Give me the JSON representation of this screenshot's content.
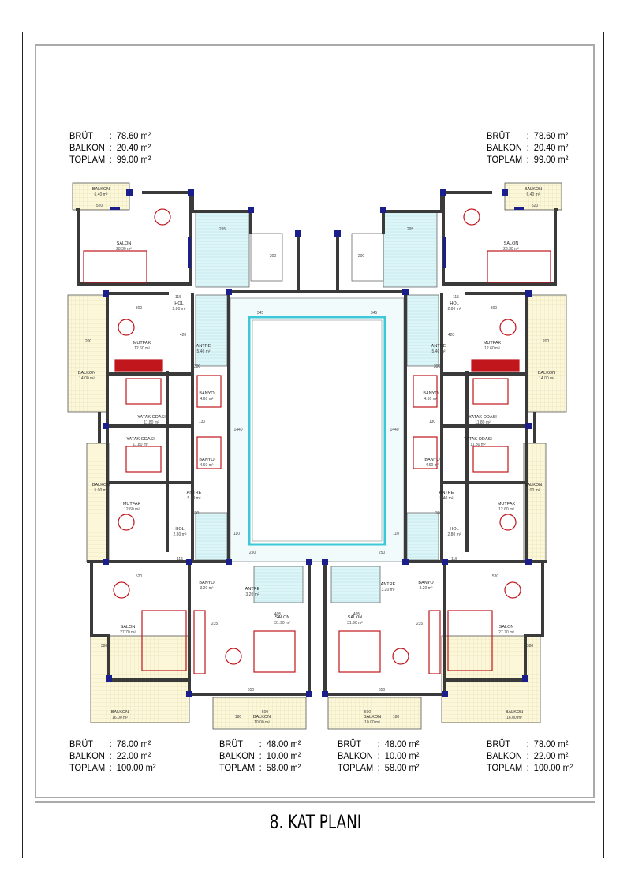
{
  "title": "8. KAT PLANI",
  "units": {
    "top_left": {
      "brut_label": "BRÜT",
      "brut": "78.60 m²",
      "balkon_label": "BALKON",
      "balkon": "20.40 m²",
      "toplam_label": "TOPLAM",
      "toplam": "99.00 m²"
    },
    "top_right": {
      "brut_label": "BRÜT",
      "brut": "78.60 m²",
      "balkon_label": "BALKON",
      "balkon": "20.40 m²",
      "toplam_label": "TOPLAM",
      "toplam": "99.00 m²"
    },
    "bottom_left": {
      "brut_label": "BRÜT",
      "brut": "78.00 m²",
      "balkon_label": "BALKON",
      "balkon": "22.00 m²",
      "toplam_label": "TOPLAM",
      "toplam": "100.00 m²"
    },
    "bottom_mid_left": {
      "brut_label": "BRÜT",
      "brut": "48.00 m²",
      "balkon_label": "BALKON",
      "balkon": "10.00 m²",
      "toplam_label": "TOPLAM",
      "toplam": "58.00 m²"
    },
    "bottom_mid_right": {
      "brut_label": "BRÜT",
      "brut": "48.00 m²",
      "balkon_label": "BALKON",
      "balkon": "10.00 m²",
      "toplam_label": "TOPLAM",
      "toplam": "58.00 m²"
    },
    "bottom_right": {
      "brut_label": "BRÜT",
      "brut": "78.00 m²",
      "balkon_label": "BALKON",
      "balkon": "22.00 m²",
      "toplam_label": "TOPLAM",
      "toplam": "100.00 m²"
    }
  },
  "rooms": {
    "balkon_640": "BALKON",
    "balkon_640_area": "6.40 m²",
    "salon_2830": "SALON",
    "salon_2830_area": "28.30 m²",
    "hol_280": "HOL",
    "hol_280_area": "2.80 m²",
    "mutfak_1260": "MUTFAK",
    "mutfak_1260_area": "12.60 m²",
    "antre_540": "ANTRE",
    "antre_540_area": "5.40 m²",
    "balkon_1400": "BALKON",
    "balkon_1400_area": "14.00 m²",
    "banyo_460": "BANYO",
    "banyo_460_area": "4.60 m²",
    "yatak_1180": "YATAK ODASI",
    "yatak_1180_area": "11.80 m²",
    "balkon_500": "BALKON",
    "balkon_500_area": "5.00 m²",
    "salon_2770": "SALON",
    "salon_2770_area": "27.70 m²",
    "balkon_1600": "BALKON",
    "balkon_1600_area": "16.00 m²",
    "banyo_320": "BANYO",
    "banyo_320_area": "3.20 m²",
    "antre_320": "ANTRE",
    "antre_320_area": "3.20 m²",
    "salon_3190": "SALON",
    "salon_3190_area": "31.90 m²",
    "balkon_1000": "BALKON",
    "balkon_1000_area": "10.00 m²"
  },
  "dims": [
    "345",
    "1440",
    "300",
    "420",
    "115",
    "200",
    "295",
    "520",
    "650",
    "405",
    "235",
    "110",
    "250",
    "500",
    "180",
    "380",
    "130"
  ]
}
